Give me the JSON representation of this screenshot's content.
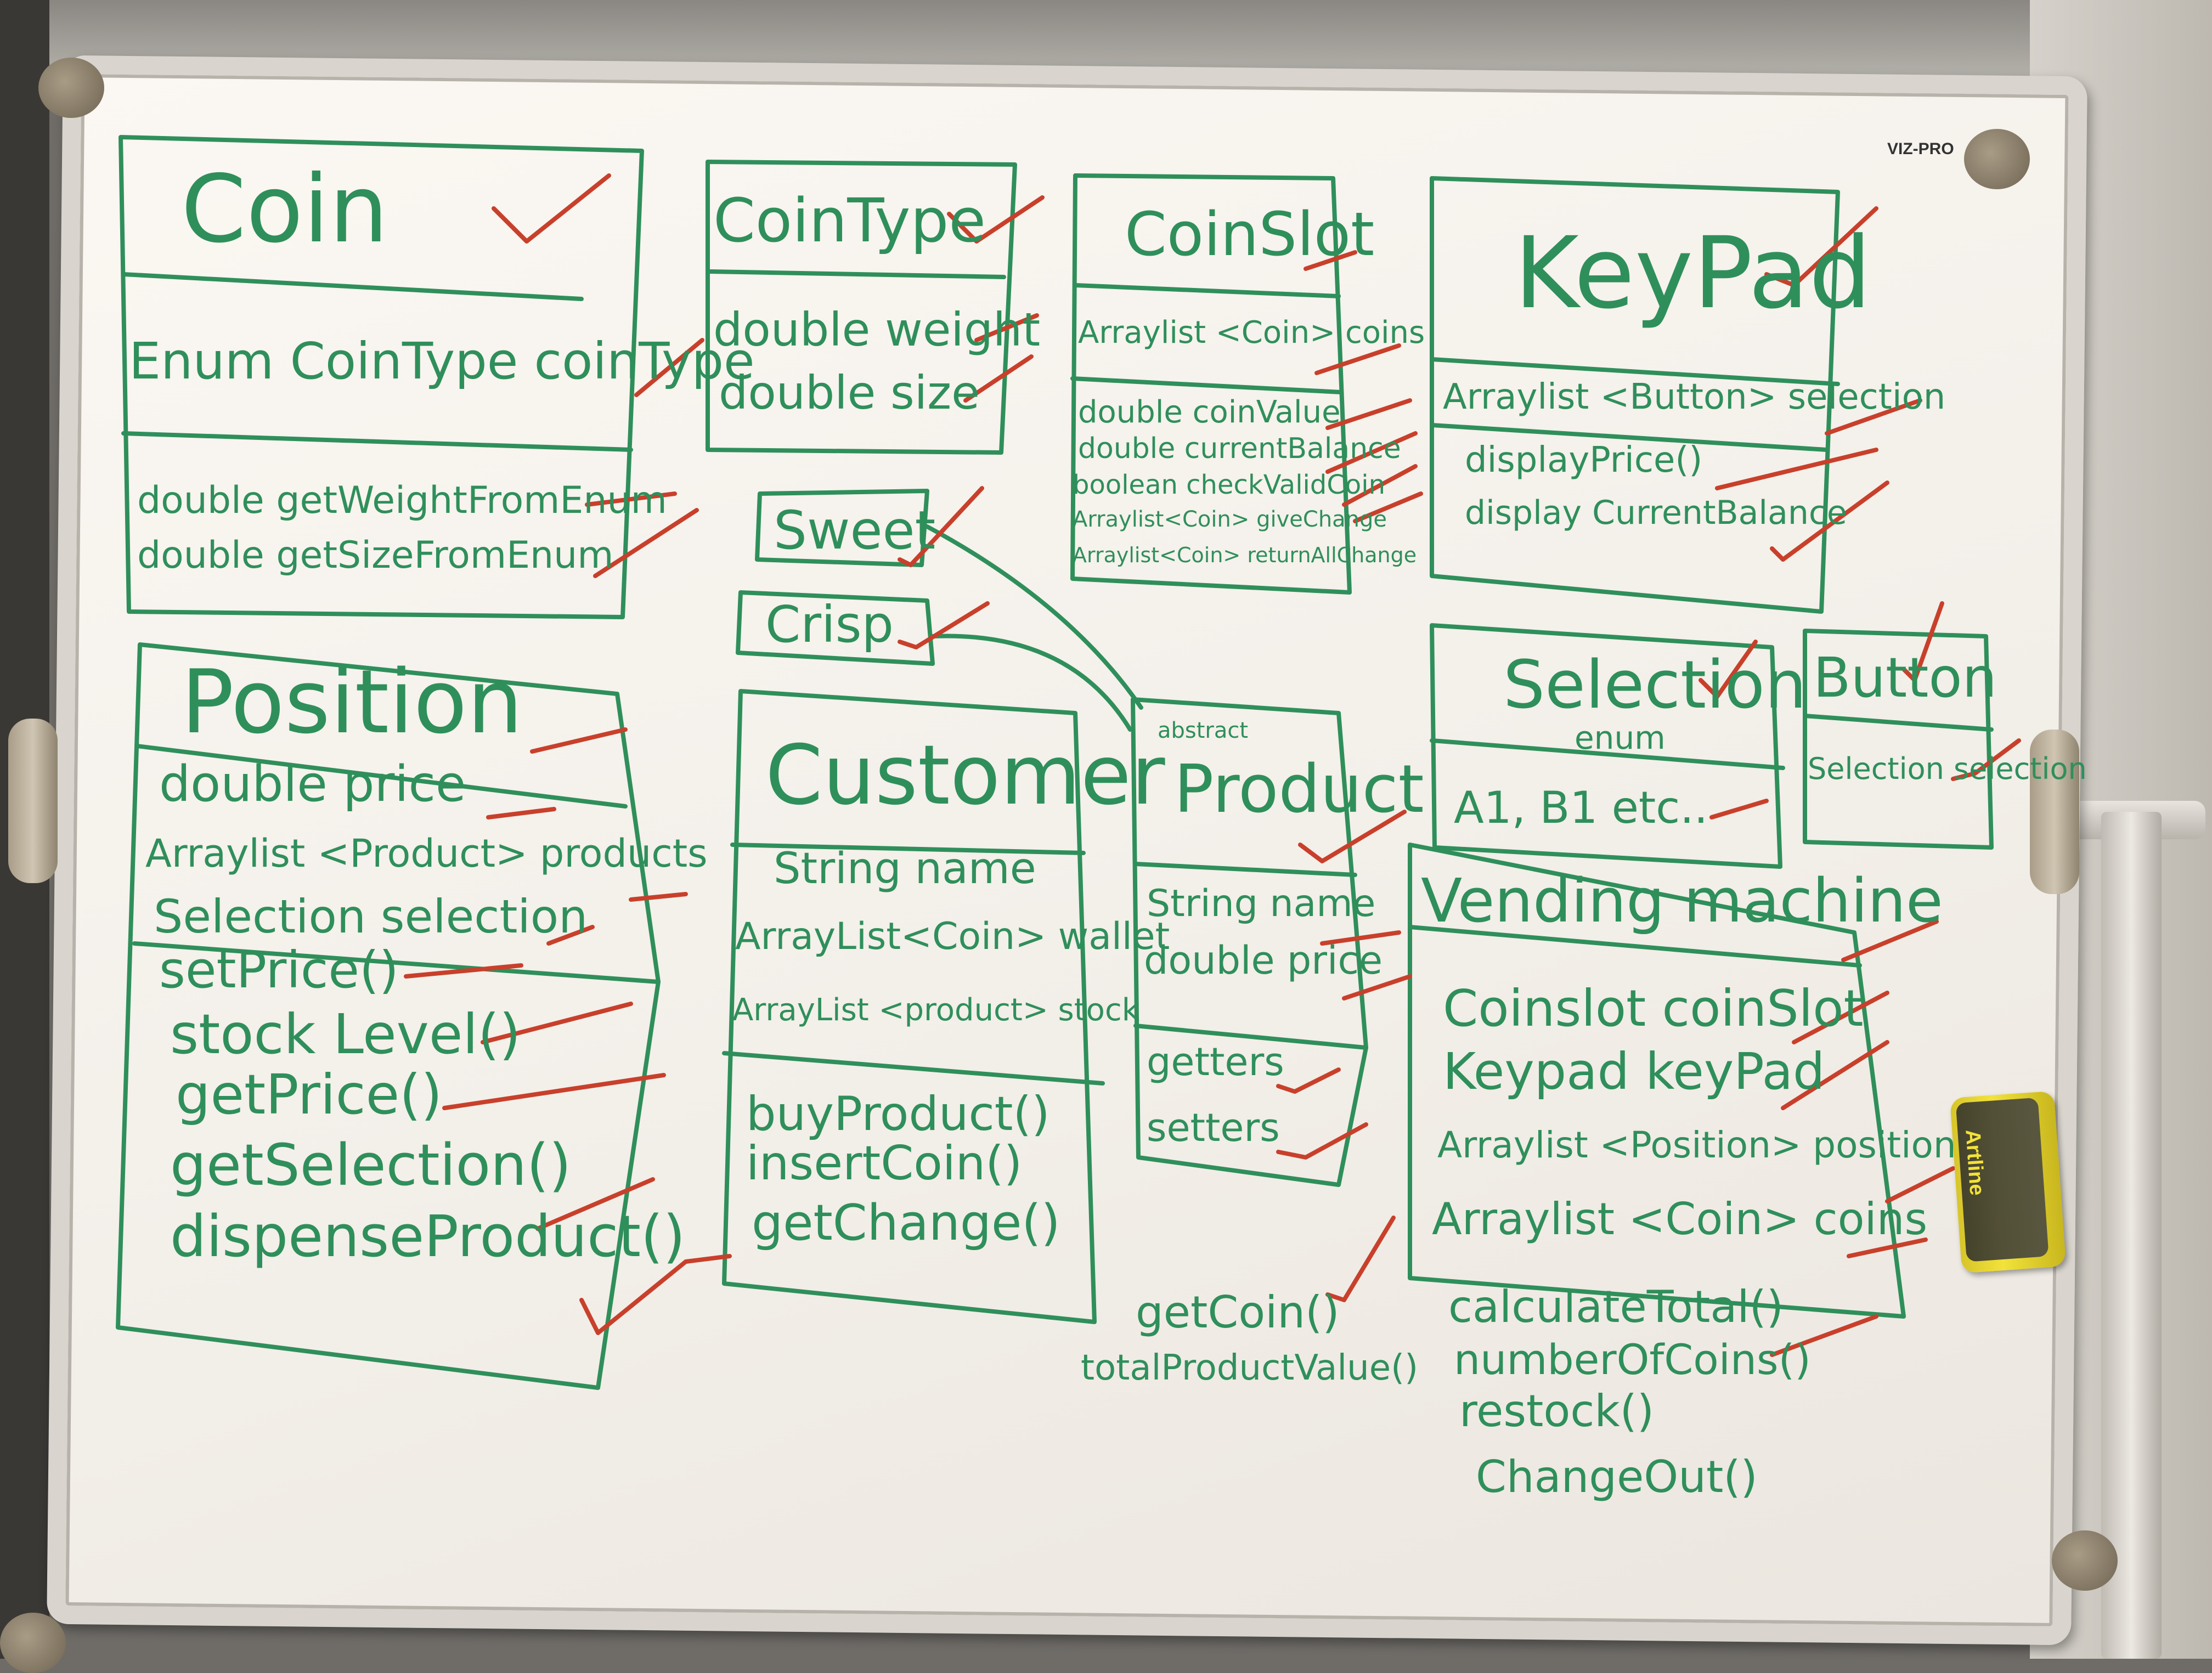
{
  "board_brand": "VIZ-PRO",
  "eraser_brand": "Artline",
  "colors": {
    "marker_green": "#2f8f5b",
    "marker_red": "#c8402b",
    "board": "#f6f2ec"
  },
  "classes": {
    "coin": {
      "title": "Coin",
      "fields": [
        "Enum CoinType coinType"
      ],
      "methods": [
        "double getWeightFromEnum",
        "double getSizeFromEnum"
      ]
    },
    "cointype": {
      "title": "CoinType",
      "fields": [
        "double weight",
        "double size"
      ]
    },
    "coinslot": {
      "title": "CoinSlot",
      "fields": [
        "Arraylist <Coin> coins"
      ],
      "methods": [
        "double coinValue",
        "double currentBalance",
        "boolean checkValidCoin",
        "Arraylist<Coin> giveChange",
        "Arraylist<Coin> returnAllChange"
      ]
    },
    "keypad": {
      "title": "KeyPad",
      "fields": [
        "Arraylist <Button> selection"
      ],
      "methods": [
        "displayPrice()",
        "display CurrentBalance"
      ]
    },
    "sweet": {
      "title": "Sweet"
    },
    "crisp": {
      "title": "Crisp"
    },
    "position": {
      "title": "Position",
      "fields": [
        "double price",
        "Arraylist <Product> products",
        "Selection selection"
      ],
      "methods": [
        "setPrice()",
        "stock Level()",
        "getPrice()",
        "getSelection()",
        "dispenseProduct()"
      ]
    },
    "customer": {
      "title": "Customer",
      "fields": [
        "String name",
        "ArrayList<Coin> wallet",
        "ArrayList <product> stock"
      ],
      "methods": [
        "buyProduct()",
        "insertCoin()",
        "getChange()"
      ]
    },
    "product": {
      "stereotype": "abstract",
      "title": "Product",
      "fields": [
        "String name",
        "double price"
      ],
      "methods": [
        "getters",
        "setters"
      ],
      "extra": [
        "getCoin()",
        "totalProductValue()"
      ]
    },
    "selection": {
      "title": "Selection",
      "stereotype": "enum",
      "values": "A1, B1 etc.."
    },
    "button": {
      "title": "Button",
      "fields": [
        "Selection selection"
      ]
    },
    "vending": {
      "title": "Vending machine",
      "fields": [
        "Coinslot coinSlot",
        "Keypad keyPad",
        "Arraylist <Position> positions",
        "Arraylist <Coin> coins"
      ],
      "methods": [
        "calculateTotal()",
        "numberOfCoins()",
        "restock()",
        "ChangeOut()"
      ]
    }
  }
}
